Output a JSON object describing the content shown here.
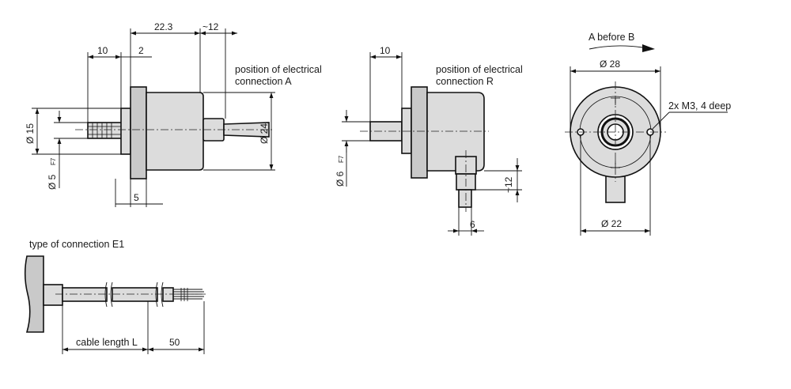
{
  "front_view": {
    "dim_22_3": "22.3",
    "dim_approx_12": "~12",
    "dim_10": "10",
    "dim_2": "2",
    "dim_5": "5",
    "dim_d15": "Ø 15",
    "dim_d5": "Ø 5",
    "dim_d5_tol": "F7",
    "dim_d24": "Ø 24",
    "label_line1": "position of electrical",
    "label_line2": "connection A"
  },
  "side_view": {
    "dim_10": "10",
    "dim_d6": "Ø 6",
    "dim_d6_tol": "F7",
    "dim_approx_12": "~12",
    "dim_6": "6",
    "label_line1": "position of electrical",
    "label_line2": "connection R"
  },
  "end_view": {
    "rotation_label": "A before B",
    "dim_d28": "Ø 28",
    "dim_d22": "Ø 22",
    "holes_label": "2x M3, 4 deep"
  },
  "connection": {
    "title": "type of connection E1",
    "cable_length": "cable length L",
    "dim_50": "50"
  }
}
